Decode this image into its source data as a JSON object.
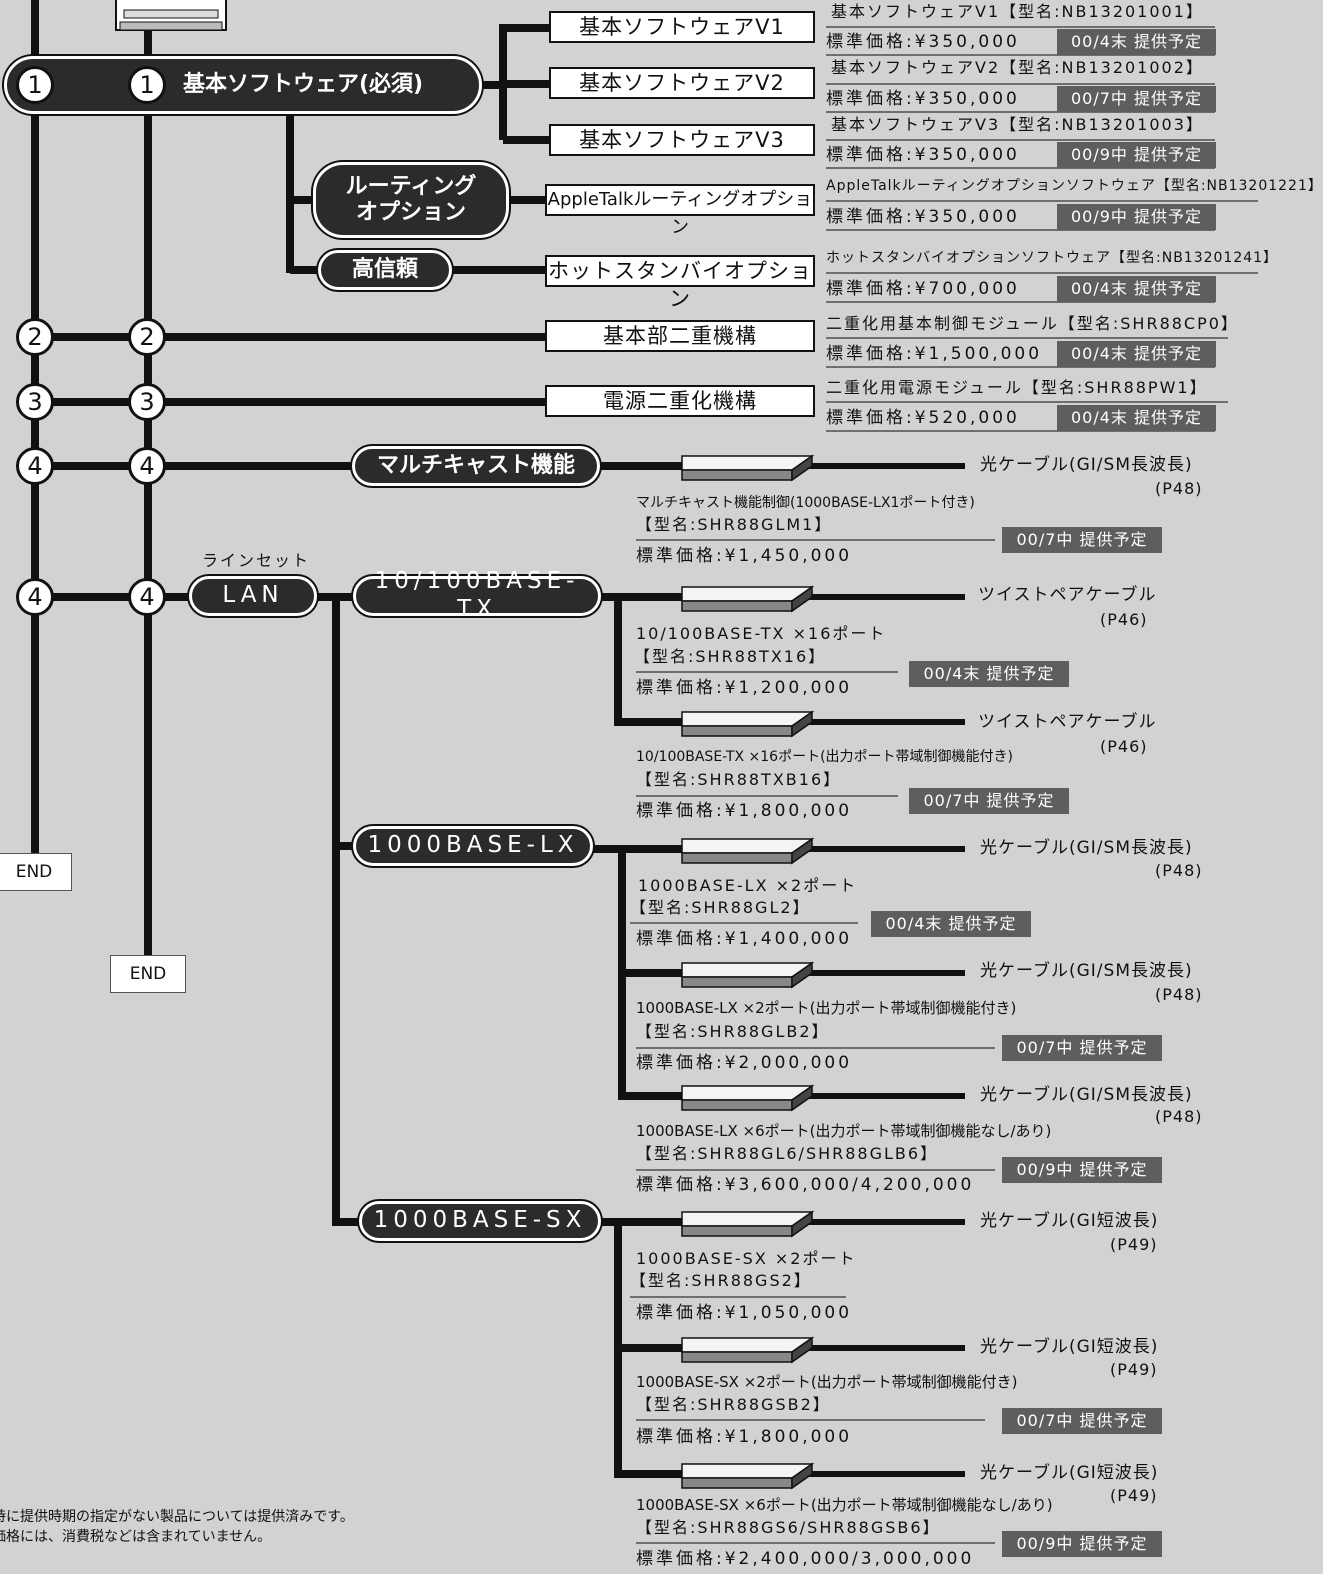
{
  "ends": [
    "END",
    "END"
  ],
  "circles": [
    "1",
    "1",
    "2",
    "2",
    "3",
    "3",
    "4",
    "4",
    "4",
    "4"
  ],
  "pills": {
    "software": "基本ソフトウェア(必須)",
    "routing": "ルーティング\nオプション",
    "reliability": "高信頼",
    "multicast": "マルチキャスト機能",
    "lan": "LAN",
    "tx": "10/100BASE-TX",
    "lx": "1000BASE-LX",
    "sx": "1000BASE-SX"
  },
  "lineset_label": "ラインセット",
  "products": [
    {
      "box": "基本ソフトウェアV1",
      "name": "基本ソフトウェアV1【型名:NB13201001】",
      "price": "標準価格:¥350,000",
      "status": "00/4末 提供予定"
    },
    {
      "box": "基本ソフトウェアV2",
      "name": "基本ソフトウェアV2【型名:NB13201002】",
      "price": "標準価格:¥350,000",
      "status": "00/7中 提供予定"
    },
    {
      "box": "基本ソフトウェアV3",
      "name": "基本ソフトウェアV3【型名:NB13201003】",
      "price": "標準価格:¥350,000",
      "status": "00/9中 提供予定"
    },
    {
      "box": "AppleTalkルーティングオプション",
      "name": "AppleTalkルーティングオプションソフトウェア【型名:NB13201221】",
      "price": "標準価格:¥350,000",
      "status": "00/9中 提供予定"
    },
    {
      "box": "ホットスタンバイオプション",
      "name": "ホットスタンバイオプションソフトウェア【型名:NB13201241】",
      "price": "標準価格:¥700,000",
      "status": "00/4末 提供予定"
    },
    {
      "box": "基本部二重機構",
      "name": "二重化用基本制御モジュール【型名:SHR88CP0】",
      "price": "標準価格:¥1,500,000",
      "status": "00/4末 提供予定"
    },
    {
      "box": "電源二重化機構",
      "name": "二重化用電源モジュール【型名:SHR88PW1】",
      "price": "標準価格:¥520,000",
      "status": "00/4末 提供予定"
    }
  ],
  "modules": [
    {
      "cable": "光ケーブル(GI/SM長波長)",
      "page": "(P48)",
      "name": "マルチキャスト機能制御(1000BASE-LX1ポート付き)",
      "model": "【型名:SHR88GLM1】",
      "price": "標準価格:¥1,450,000",
      "status": "00/7中 提供予定"
    },
    {
      "cable": "ツイストペアケーブル",
      "page": "(P46)",
      "name": "10/100BASE-TX ×16ポート",
      "model": "【型名:SHR88TX16】",
      "price": "標準価格:¥1,200,000",
      "status": "00/4末 提供予定"
    },
    {
      "cable": "ツイストペアケーブル",
      "page": "(P46)",
      "name": "10/100BASE-TX ×16ポート(出力ポート帯域制御機能付き)",
      "model": "【型名:SHR88TXB16】",
      "price": "標準価格:¥1,800,000",
      "status": "00/7中 提供予定"
    },
    {
      "cable": "光ケーブル(GI/SM長波長)",
      "page": "(P48)",
      "name": "1000BASE-LX ×2ポート",
      "model": "【型名:SHR88GL2】",
      "price": "標準価格:¥1,400,000",
      "status": "00/4末 提供予定"
    },
    {
      "cable": "光ケーブル(GI/SM長波長)",
      "page": "(P48)",
      "name": "1000BASE-LX ×2ポート(出力ポート帯域制御機能付き)",
      "model": "【型名:SHR88GLB2】",
      "price": "標準価格:¥2,000,000",
      "status": "00/7中 提供予定"
    },
    {
      "cable": "光ケーブル(GI/SM長波長)",
      "page": "(P48)",
      "name": "1000BASE-LX ×6ポート(出力ポート帯域制御機能なし/あり)",
      "model": "【型名:SHR88GL6/SHR88GLB6】",
      "price": "標準価格:¥3,600,000/4,200,000",
      "status": "00/9中 提供予定"
    },
    {
      "cable": "光ケーブル(GI短波長)",
      "page": "(P49)",
      "name": "1000BASE-SX ×2ポート",
      "model": "【型名:SHR88GS2】",
      "price": "標準価格:¥1,050,000",
      "status": ""
    },
    {
      "cable": "光ケーブル(GI短波長)",
      "page": "(P49)",
      "name": "1000BASE-SX ×2ポート(出力ポート帯域制御機能付き)",
      "model": "【型名:SHR88GSB2】",
      "price": "標準価格:¥1,800,000",
      "status": "00/7中 提供予定"
    },
    {
      "cable": "光ケーブル(GI短波長)",
      "page": "(P49)",
      "name": "1000BASE-SX ×6ポート(出力ポート帯域制御機能なし/あり)",
      "model": "【型名:SHR88GS6/SHR88GSB6】",
      "price": "標準価格:¥2,400,000/3,000,000",
      "status": "00/9中 提供予定"
    }
  ],
  "footnotes": [
    "時に提供時期の指定がない製品については提供済みです。",
    "価格には、消費税などは含まれていません。"
  ]
}
